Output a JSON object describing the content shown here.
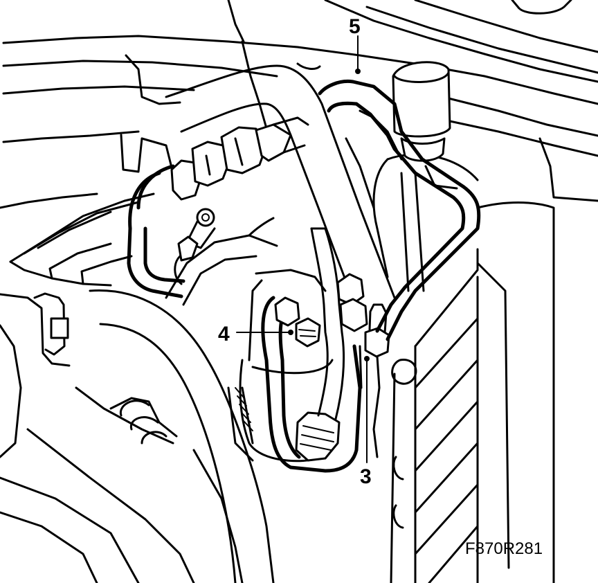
{
  "figure": {
    "reference_code": "F870R281",
    "callouts": [
      {
        "id": "5",
        "label": "5"
      },
      {
        "id": "4",
        "label": "4"
      },
      {
        "id": "3",
        "label": "3"
      }
    ]
  }
}
